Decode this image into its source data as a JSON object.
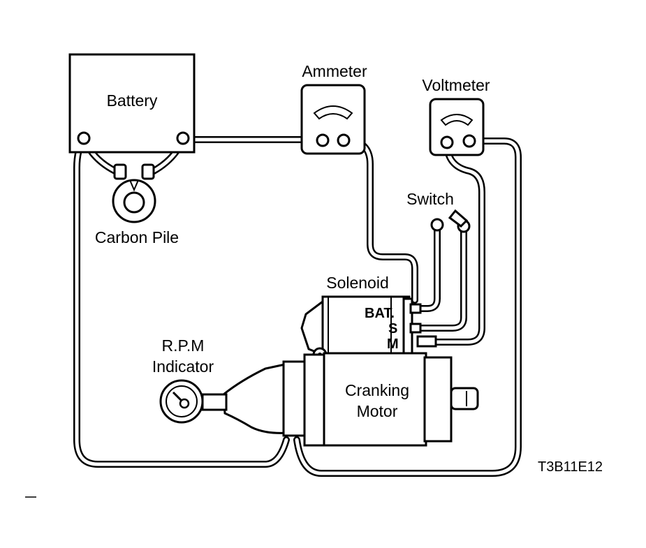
{
  "labels": {
    "battery": "Battery",
    "carbon_pile": "Carbon Pile",
    "ammeter": "Ammeter",
    "voltmeter": "Voltmeter",
    "switch": "Switch",
    "solenoid": "Solenoid",
    "rpm_line1": "R.P.M",
    "rpm_line2": "Indicator",
    "cranking_line1": "Cranking",
    "cranking_line2": "Motor",
    "terminal_bat": "BAT.",
    "terminal_s": "S",
    "terminal_m": "M",
    "figure_code": "T3B11E12"
  }
}
